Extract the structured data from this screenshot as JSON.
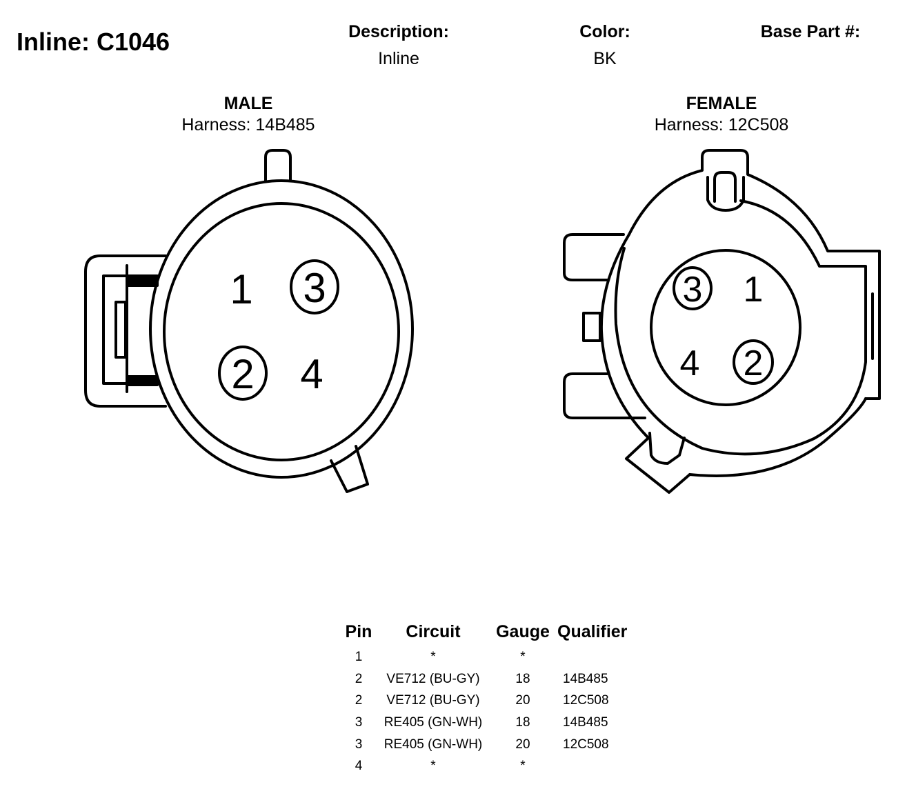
{
  "title": "Inline: C1046",
  "header": {
    "description_label": "Description:",
    "description_value": "Inline",
    "color_label": "Color:",
    "color_value": "BK",
    "base_part_label": "Base Part #:"
  },
  "male": {
    "name": "MALE",
    "harness": "Harness: 14B485",
    "pins": {
      "p1": "1",
      "p2": "2",
      "p3": "3",
      "p4": "4"
    }
  },
  "female": {
    "name": "FEMALE",
    "harness": "Harness: 12C508",
    "pins": {
      "p1": "1",
      "p2": "2",
      "p3": "3",
      "p4": "4"
    }
  },
  "table": {
    "headers": {
      "pin": "Pin",
      "circuit": "Circuit",
      "gauge": "Gauge",
      "qualifier": "Qualifier"
    },
    "rows": [
      {
        "pin": "1",
        "circuit": "*",
        "gauge": "*",
        "qualifier": ""
      },
      {
        "pin": "2",
        "circuit": "VE712 (BU-GY)",
        "gauge": "18",
        "qualifier": "14B485"
      },
      {
        "pin": "2",
        "circuit": "VE712 (BU-GY)",
        "gauge": "20",
        "qualifier": "12C508"
      },
      {
        "pin": "3",
        "circuit": "RE405 (GN-WH)",
        "gauge": "18",
        "qualifier": "14B485"
      },
      {
        "pin": "3",
        "circuit": "RE405 (GN-WH)",
        "gauge": "20",
        "qualifier": "12C508"
      },
      {
        "pin": "4",
        "circuit": "*",
        "gauge": "*",
        "qualifier": ""
      }
    ]
  }
}
